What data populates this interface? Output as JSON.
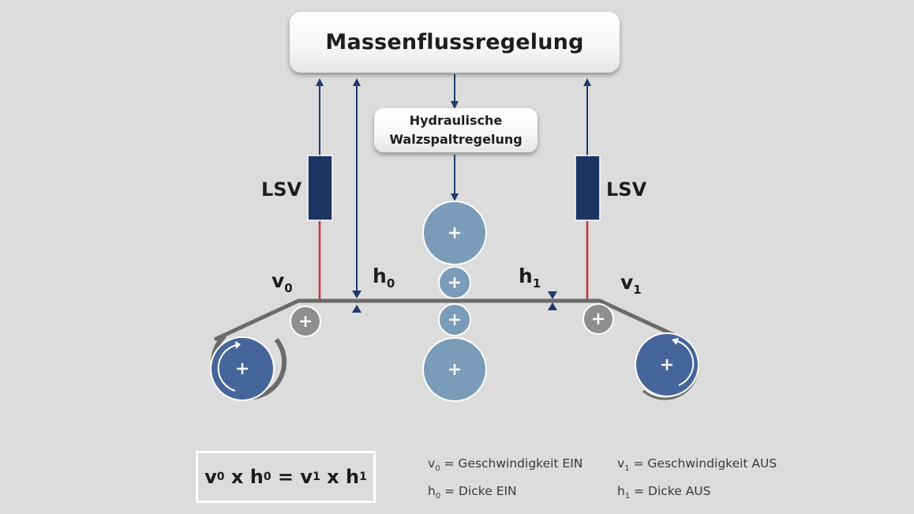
{
  "title_box": {
    "label": "Massenflussregelung"
  },
  "hydraulic_box": {
    "line1": "Hydraulische",
    "line2": "Walzspaltregelung"
  },
  "left_sensor": {
    "label": "LSV"
  },
  "right_sensor": {
    "label": "LSV"
  },
  "variables": {
    "v0": {
      "base": "v",
      "sub": "0"
    },
    "h0": {
      "base": "h",
      "sub": "0"
    },
    "h1": {
      "base": "h",
      "sub": "1"
    },
    "v1": {
      "base": "v",
      "sub": "1"
    }
  },
  "formula": {
    "parts": [
      {
        "base": "v",
        "sub": "0"
      },
      {
        "op": " x "
      },
      {
        "base": "h",
        "sub": "0"
      },
      {
        "op": " = "
      },
      {
        "base": "v",
        "sub": "1"
      },
      {
        "op": " x "
      },
      {
        "base": "h",
        "sub": "1"
      }
    ]
  },
  "legend": {
    "items": [
      {
        "base": "v",
        "sub": "0",
        "text": " = Geschwindigkeit EIN"
      },
      {
        "base": "v",
        "sub": "1",
        "text": " = Geschwindigkeit AUS"
      },
      {
        "base": "h",
        "sub": "0",
        "text": " = Dicke EIN"
      },
      {
        "base": "h",
        "sub": "1",
        "text": " = Dicke AUS"
      }
    ]
  },
  "colors": {
    "arrow_navy": "#1f3a6b",
    "sensor_fill": "#1d3563",
    "signal_red": "#c8303c",
    "work_roll": "#7b9cb8",
    "coiler": "#46659a",
    "deflector": "#8e8e8e",
    "strip": "#6b6b6b",
    "background": "#dcdcdc"
  }
}
